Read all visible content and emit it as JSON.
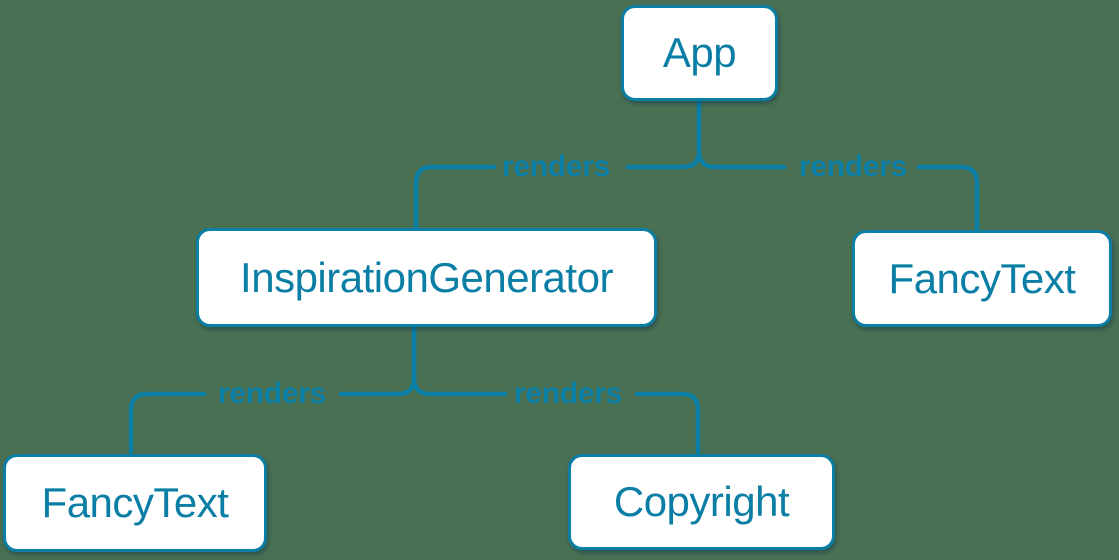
{
  "diagram": {
    "type": "component-tree",
    "nodes": [
      {
        "id": "app",
        "label": "App"
      },
      {
        "id": "inspiration-generator",
        "label": "InspirationGenerator"
      },
      {
        "id": "fancy-text-right",
        "label": "FancyText"
      },
      {
        "id": "fancy-text-left",
        "label": "FancyText"
      },
      {
        "id": "copyright",
        "label": "Copyright"
      }
    ],
    "edges": [
      {
        "from": "App",
        "to": "InspirationGenerator",
        "label": "renders"
      },
      {
        "from": "App",
        "to": "FancyText",
        "label": "renders"
      },
      {
        "from": "InspirationGenerator",
        "to": "FancyText",
        "label": "renders"
      },
      {
        "from": "InspirationGenerator",
        "to": "Copyright",
        "label": "renders"
      }
    ],
    "colors": {
      "accent": "#0a7ea4",
      "node_bg": "#ffffff",
      "background": "#4a7053"
    }
  }
}
